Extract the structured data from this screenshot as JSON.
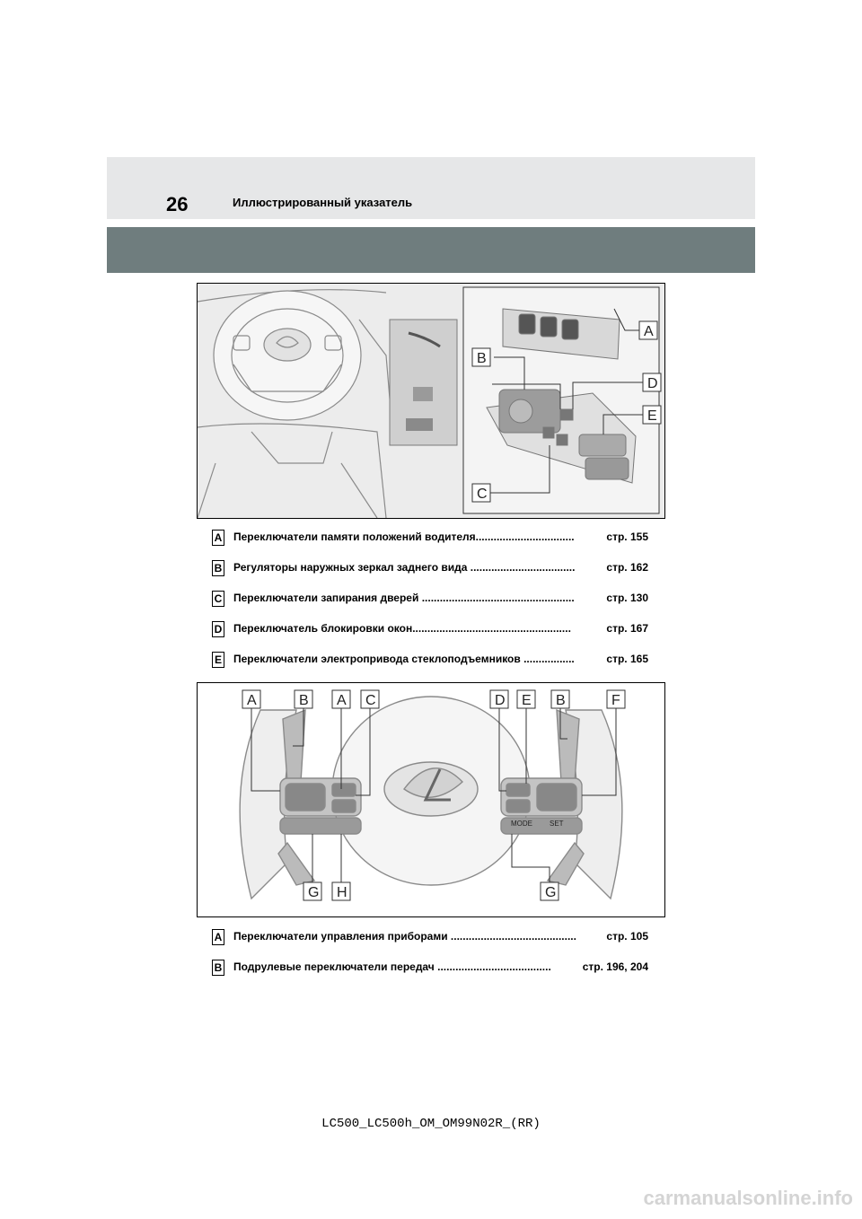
{
  "header": {
    "page_number": "26",
    "section_title": "Иллюстрированный указатель"
  },
  "figure1": {
    "callouts": [
      "A",
      "B",
      "C",
      "D",
      "E"
    ]
  },
  "list1": [
    {
      "letter": "A",
      "text": "Переключатели памяти положений водителя.................................",
      "page": "стр. 155"
    },
    {
      "letter": "B",
      "text": "Регуляторы наружных зеркал заднего вида ...................................",
      "page": "стр. 162"
    },
    {
      "letter": "C",
      "text": "Переключатели запирания дверей ...................................................",
      "page": "стр. 130"
    },
    {
      "letter": "D",
      "text": "Переключатель блокировки окон.....................................................",
      "page": "стр. 167"
    },
    {
      "letter": "E",
      "text": "Переключатели электропривода стеклоподъемников .................",
      "page": "стр. 165"
    }
  ],
  "figure2": {
    "callouts_top": [
      "A",
      "B",
      "A",
      "C",
      "D",
      "E",
      "B",
      "F"
    ],
    "callouts_bottom": [
      "G",
      "H",
      "G"
    ],
    "button_labels": [
      "MODE",
      "SET"
    ]
  },
  "list2": [
    {
      "letter": "A",
      "text": "Переключатели управления приборами ..........................................",
      "page": "стр. 105"
    },
    {
      "letter": "B",
      "text": "Подрулевые переключатели передач ......................................",
      "page": "стр. 196, 204"
    }
  ],
  "footer": {
    "doc_code": "LC500_LC500h_OM_OM99N02R_(RR)"
  },
  "watermark": "carmanualsonline.info",
  "colors": {
    "header_light": "#e6e7e8",
    "header_dark": "#6f7d7e"
  }
}
